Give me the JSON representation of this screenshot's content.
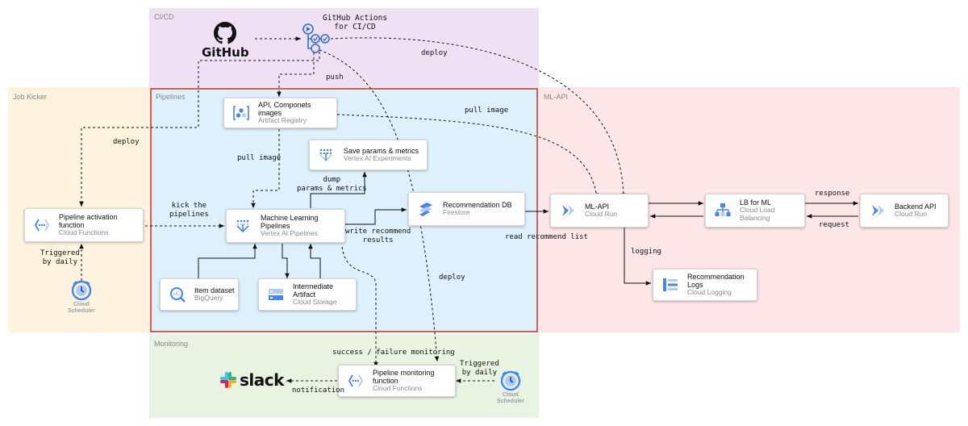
{
  "regions": {
    "cicd": "CI/CD",
    "job_kicker": "Job Kicker",
    "pipelines": "Pipelines",
    "ml_api": "ML-API",
    "monitoring": "Monitoring"
  },
  "nodes": {
    "github_logo": "GitHub",
    "github_actions": "GitHub Actions\nfor CI/CD",
    "artifact_registry": {
      "title": "API, Componets images",
      "subtitle": "Artifact Registry"
    },
    "experiments": {
      "title": "Save params & metrics",
      "subtitle": "Vertex AI Experiments"
    },
    "ml_pipelines": {
      "title": "Machine Learning Pipelines",
      "subtitle": "Vertex AI Pipelines"
    },
    "firestore": {
      "title": "Recommendation DB",
      "subtitle": "Firestore"
    },
    "bigquery": {
      "title": "Item dataset",
      "subtitle": "BigQuery"
    },
    "storage": {
      "title": "Intermediate Artifact",
      "subtitle": "Cloud Storage"
    },
    "activation_fn": {
      "title": "Pipeline activation function",
      "subtitle": "Cloud Functions"
    },
    "ml_api_run": {
      "title": "ML-API",
      "subtitle": "Cloud Run"
    },
    "lb": {
      "title": "LB for ML",
      "subtitle": "Cloud Load Balancing"
    },
    "backend": {
      "title": "Backend API",
      "subtitle": "Cloud Run"
    },
    "logging": {
      "title": "Recommendation Logs",
      "subtitle": "Cloud Logging"
    },
    "monitoring_fn": {
      "title": "Pipeline monitoring function",
      "subtitle": "Cloud Functions"
    },
    "slack_logo": "slack",
    "scheduler_left": "Cloud\nScheduler",
    "scheduler_right": "Cloud\nScheduler"
  },
  "edge_labels": {
    "push": "push",
    "deploy_top": "deploy",
    "deploy_left": "deploy",
    "pull_image_right": "pull image",
    "pull_image_mid": "pull image",
    "dump": "dump\nparams & metrics",
    "kick": "kick the\npipelines",
    "write": "write recommend\nresults",
    "read": "read recommend list",
    "response": "response",
    "request": "request",
    "logging": "logging",
    "deploy_mid": "deploy",
    "triggered_left": "Triggered\nby daily",
    "triggered_right": "Triggered\nby daily",
    "success_failure": "success / failure monitoring",
    "notification": "notification"
  },
  "colors": {
    "cicd_bg": "#efe1f3",
    "job_kicker_bg": "#fdf3df",
    "pipelines_bg": "#def0fb",
    "pipelines_border": "#e05a54",
    "ml_api_bg": "#fde6e7",
    "monitoring_bg": "#e8f3e2",
    "gcp_blue": "#4285f4",
    "icon_blue_light": "#aecbfa"
  }
}
